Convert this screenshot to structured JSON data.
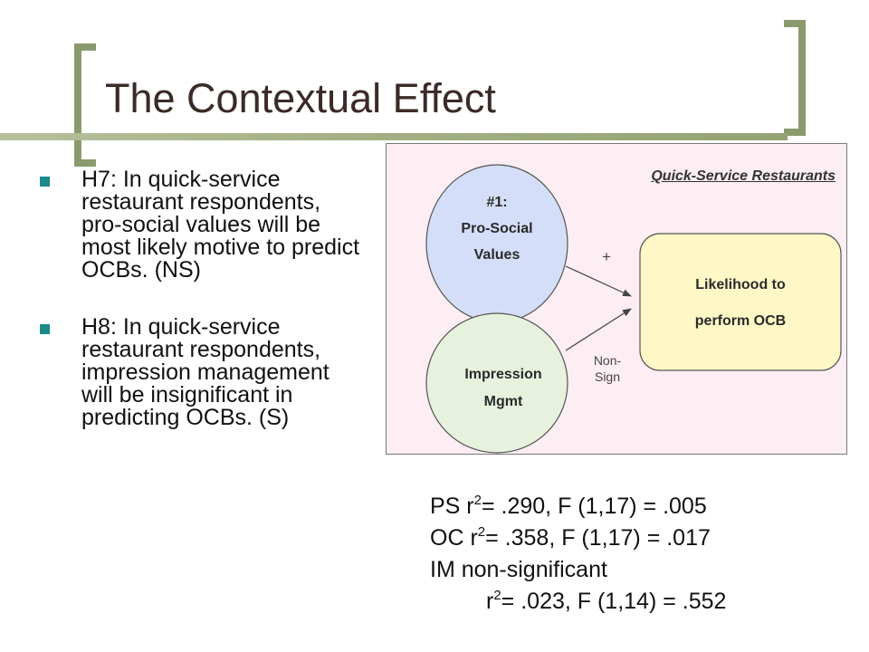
{
  "title": "The Contextual Effect",
  "bullets": [
    {
      "text": "H7: In quick-service restaurant respondents, pro-social values will be most likely motive to predict OCBs. (NS)"
    },
    {
      "text": "H8: In quick-service restaurant respondents, impression management will be insignificant in predicting OCBs. (S)"
    }
  ],
  "diagram": {
    "panel_label": "Quick-Service Restaurants",
    "node_prosocial": {
      "line1": "#1:",
      "line2": "Pro-Social",
      "line3": "Values"
    },
    "node_impression": {
      "line1": "Impression",
      "line2": "Mgmt"
    },
    "node_outcome": {
      "line1": "Likelihood to",
      "line2": "perform OCB"
    },
    "edge_prosocial_label": "+",
    "edge_impression_label": {
      "line1": "Non-",
      "line2": "Sign"
    }
  },
  "stats": {
    "ps": {
      "prefix": "PS  r",
      "exp": "2",
      "rest": "= .290, F (1,17) = .005"
    },
    "oc": {
      "prefix": "OC  r",
      "exp": "2",
      "rest": "= .358, F (1,17) = .017"
    },
    "im_label": "IM non-significant",
    "im": {
      "prefix": "r",
      "exp": "2",
      "rest": "= .023, F (1,14) = .552"
    }
  },
  "colors": {
    "panel_bg": "#fdeef3",
    "prosocial_fill": "#d4def8",
    "impression_fill": "#e6f2de",
    "outcome_fill": "#fff7c6",
    "bullet_accent": "#1a8a8a",
    "bracket": "#8a9a6e"
  }
}
